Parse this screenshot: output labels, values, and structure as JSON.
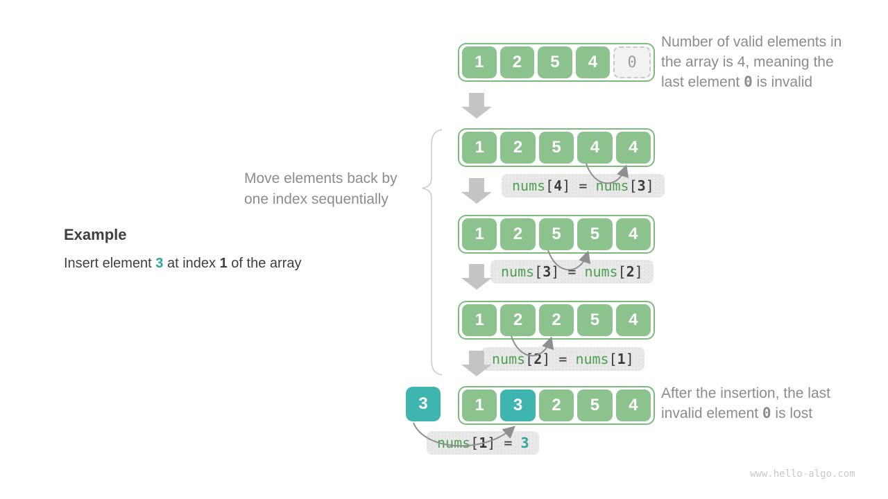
{
  "example": {
    "heading": "Example",
    "description": [
      {
        "t": "Insert element "
      },
      {
        "t": "3",
        "s": "teal"
      },
      {
        "t": " at index "
      },
      {
        "t": "1",
        "s": "bold"
      },
      {
        "t": " of the array"
      }
    ]
  },
  "annotations": {
    "top_right": [
      [
        {
          "t": "Number of valid elements in"
        }
      ],
      [
        {
          "t": "the array is 4, meaning the"
        }
      ],
      [
        {
          "t": "last element "
        },
        {
          "t": "0",
          "s": "mono"
        },
        {
          "t": " is invalid"
        }
      ]
    ],
    "brace_label": [
      [
        {
          "t": "Move elements back by"
        }
      ],
      [
        {
          "t": "one index sequentially"
        }
      ]
    ],
    "bottom_right": [
      [
        {
          "t": "After the insertion, the last"
        }
      ],
      [
        {
          "t": "invalid element "
        },
        {
          "t": "0",
          "s": "mono"
        },
        {
          "t": " is lost"
        }
      ]
    ]
  },
  "inserted_value": "3",
  "arrays": [
    {
      "cells": [
        {
          "v": "1"
        },
        {
          "v": "2"
        },
        {
          "v": "5"
        },
        {
          "v": "4"
        },
        {
          "v": "0",
          "s": "invalid"
        }
      ]
    },
    {
      "cells": [
        {
          "v": "1"
        },
        {
          "v": "2"
        },
        {
          "v": "5"
        },
        {
          "v": "4"
        },
        {
          "v": "4"
        }
      ]
    },
    {
      "cells": [
        {
          "v": "1"
        },
        {
          "v": "2"
        },
        {
          "v": "5"
        },
        {
          "v": "5"
        },
        {
          "v": "4"
        }
      ]
    },
    {
      "cells": [
        {
          "v": "1"
        },
        {
          "v": "2"
        },
        {
          "v": "2"
        },
        {
          "v": "5"
        },
        {
          "v": "4"
        }
      ]
    },
    {
      "cells": [
        {
          "v": "1"
        },
        {
          "v": "3",
          "s": "teal"
        },
        {
          "v": "2"
        },
        {
          "v": "5"
        },
        {
          "v": "4"
        }
      ]
    }
  ],
  "code_labels": [
    {
      "segments": [
        {
          "t": "nums",
          "s": "green"
        },
        {
          "t": "["
        },
        {
          "t": "4",
          "s": "num"
        },
        {
          "t": "]"
        },
        {
          "t": " = "
        },
        {
          "t": "nums",
          "s": "green"
        },
        {
          "t": "["
        },
        {
          "t": "3",
          "s": "num"
        },
        {
          "t": "]"
        }
      ]
    },
    {
      "segments": [
        {
          "t": "nums",
          "s": "green"
        },
        {
          "t": "["
        },
        {
          "t": "3",
          "s": "num"
        },
        {
          "t": "]"
        },
        {
          "t": " = "
        },
        {
          "t": "nums",
          "s": "green"
        },
        {
          "t": "["
        },
        {
          "t": "2",
          "s": "num"
        },
        {
          "t": "]"
        }
      ]
    },
    {
      "segments": [
        {
          "t": "nums",
          "s": "green"
        },
        {
          "t": "["
        },
        {
          "t": "2",
          "s": "num"
        },
        {
          "t": "]"
        },
        {
          "t": " = "
        },
        {
          "t": "nums",
          "s": "green"
        },
        {
          "t": "["
        },
        {
          "t": "1",
          "s": "num"
        },
        {
          "t": "]"
        }
      ]
    },
    {
      "segments": [
        {
          "t": "nums",
          "s": "green"
        },
        {
          "t": "["
        },
        {
          "t": "1",
          "s": "num"
        },
        {
          "t": "]"
        },
        {
          "t": " = "
        },
        {
          "t": "3",
          "s": "tealb"
        }
      ]
    }
  ],
  "watermark": "www.hello-algo.com",
  "colors": {
    "cell_green": "#8BC28D",
    "cell_teal": "#3EB6AF",
    "container_border": "#79BC7C",
    "label_bg": "#E9E9E9",
    "code_green": "#4D9F52",
    "code_teal": "#2EA49D",
    "note_gray": "#8C8C8C",
    "arrow_gray": "#C4C4C4",
    "arc_gray": "#8F8F8F"
  }
}
